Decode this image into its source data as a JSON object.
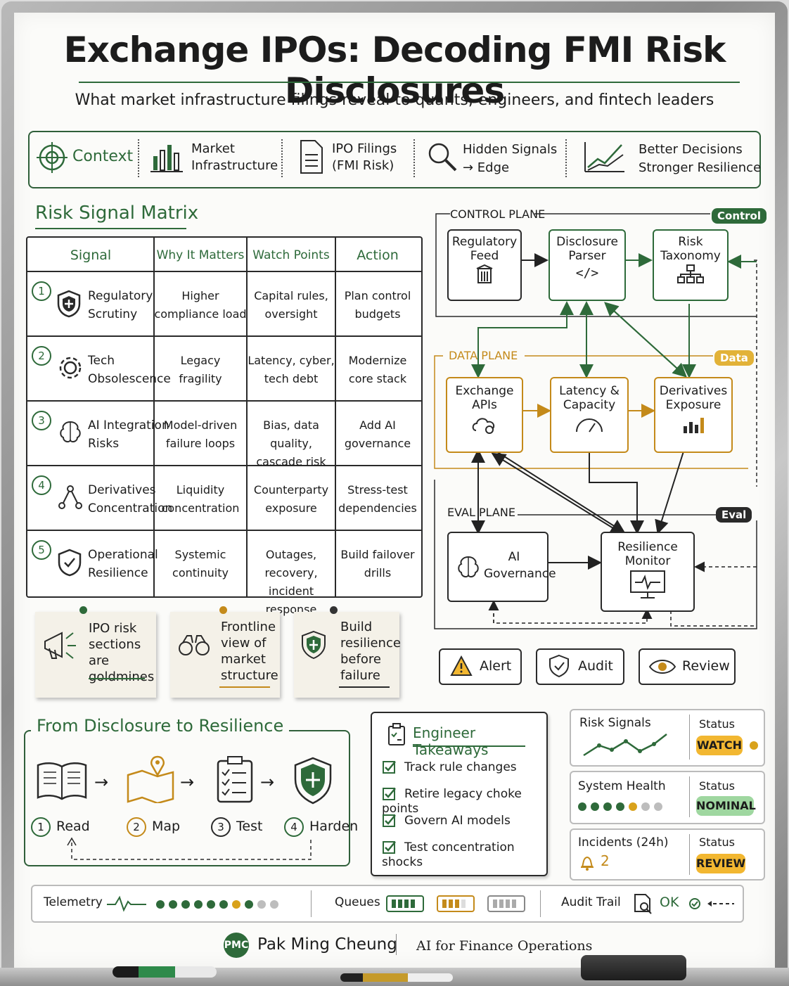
{
  "header": {
    "title": "Exchange IPOs: Decoding FMI Risk Disclosures",
    "subtitle": "What market infrastructure filings reveal to quants, engineers, and fintech leaders"
  },
  "context_bar": {
    "context": "Context",
    "market_l1": "Market",
    "market_l2": "Infrastructure",
    "ipo_l1": "IPO Filings",
    "ipo_l2": "(FMI Risk)",
    "hidden_l1": "Hidden Signals",
    "hidden_l2": "→ Edge",
    "better_l1": "Better Decisions",
    "better_l2": "Stronger Resilience"
  },
  "matrix": {
    "title": "Risk Signal Matrix",
    "headers": [
      "Signal",
      "Why It Matters",
      "Watch Points",
      "Action"
    ],
    "rows": [
      {
        "num": "1",
        "signal_l1": "Regulatory",
        "signal_l2": "Scrutiny",
        "why_l1": "Higher",
        "why_l2": "compliance load",
        "watch_l1": "Capital rules,",
        "watch_l2": "oversight",
        "action_l1": "Plan control",
        "action_l2": "budgets"
      },
      {
        "num": "2",
        "signal_l1": "Tech",
        "signal_l2": "Obsolescence",
        "why_l1": "Legacy",
        "why_l2": "fragility",
        "watch_l1": "Latency, cyber,",
        "watch_l2": "tech debt",
        "action_l1": "Modernize",
        "action_l2": "core stack"
      },
      {
        "num": "3",
        "signal_l1": "AI Integration",
        "signal_l2": "Risks",
        "why_l1": "Model-driven",
        "why_l2": "failure loops",
        "watch_l1": "Bias, data quality,",
        "watch_l2": "cascade risk",
        "action_l1": "Add AI",
        "action_l2": "governance"
      },
      {
        "num": "4",
        "signal_l1": "Derivatives",
        "signal_l2": "Concentration",
        "why_l1": "Liquidity",
        "why_l2": "concentration",
        "watch_l1": "Counterparty",
        "watch_l2": "exposure",
        "action_l1": "Stress-test",
        "action_l2": "dependencies"
      },
      {
        "num": "5",
        "signal_l1": "Operational",
        "signal_l2": "Resilience",
        "why_l1": "Systemic",
        "why_l2": "continuity",
        "watch_l1": "Outages, recovery,",
        "watch_l2": "incident response",
        "action_l1": "Build failover",
        "action_l2": "drills"
      }
    ]
  },
  "notes": [
    {
      "l1": "IPO risk",
      "l2": "sections are",
      "l3": "goldmines",
      "l4": ""
    },
    {
      "l1": "Frontline",
      "l2": "view of",
      "l3": "market",
      "l4": "structure"
    },
    {
      "l1": "Build",
      "l2": "resilience",
      "l3": "before",
      "l4": "failure"
    }
  ],
  "architecture": {
    "control_plane": "CONTROL PLANE",
    "control_tag": "Control",
    "data_plane": "DATA PLANE",
    "data_tag": "Data",
    "eval_plane": "EVAL PLANE",
    "eval_tag": "Eval",
    "regulatory_feed_l1": "Regulatory",
    "regulatory_feed_l2": "Feed",
    "disclosure_parser_l1": "Disclosure",
    "disclosure_parser_l2": "Parser",
    "risk_taxonomy_l1": "Risk",
    "risk_taxonomy_l2": "Taxonomy",
    "exchange_apis_l1": "Exchange",
    "exchange_apis_l2": "APIs",
    "latency_l1": "Latency &",
    "latency_l2": "Capacity",
    "derivatives_l1": "Derivatives",
    "derivatives_l2": "Exposure",
    "ai_gov_l1": "AI",
    "ai_gov_l2": "Governance",
    "resilience_l1": "Resilience",
    "resilience_l2": "Monitor",
    "code_glyph": "</>"
  },
  "actions": {
    "alert": "Alert",
    "audit": "Audit",
    "review": "Review"
  },
  "flow": {
    "title": "From Disclosure to Resilience",
    "steps": [
      {
        "num": "1",
        "label": "Read"
      },
      {
        "num": "2",
        "label": "Map"
      },
      {
        "num": "3",
        "label": "Test"
      },
      {
        "num": "4",
        "label": "Harden"
      }
    ]
  },
  "takeaways": {
    "title": "Engineer Takeaways",
    "items": [
      "Track rule changes",
      "Retire legacy choke points",
      "Govern AI models",
      "Test concentration shocks"
    ]
  },
  "status": {
    "risk_signals": "Risk Signals",
    "risk_status_label": "Status",
    "risk_status": "WATCH",
    "system_health": "System Health",
    "health_status_label": "Status",
    "health_status": "NOMINAL",
    "incidents": "Incidents (24h)",
    "incidents_count": "2",
    "incidents_status_label": "Status",
    "incidents_status": "REVIEW"
  },
  "telemetry": {
    "telemetry": "Telemetry",
    "queues": "Queues",
    "audit_trail": "Audit Trail",
    "ok": "OK"
  },
  "footer": {
    "initials": "PMC",
    "name": "Pak Ming Cheung",
    "role": "AI for Finance Operations"
  },
  "colors": {
    "green": "#2e6a3a",
    "amber": "#c48a1a",
    "watch": "#f2b731",
    "nominal": "#9fd7a0",
    "review": "#f2b731"
  }
}
